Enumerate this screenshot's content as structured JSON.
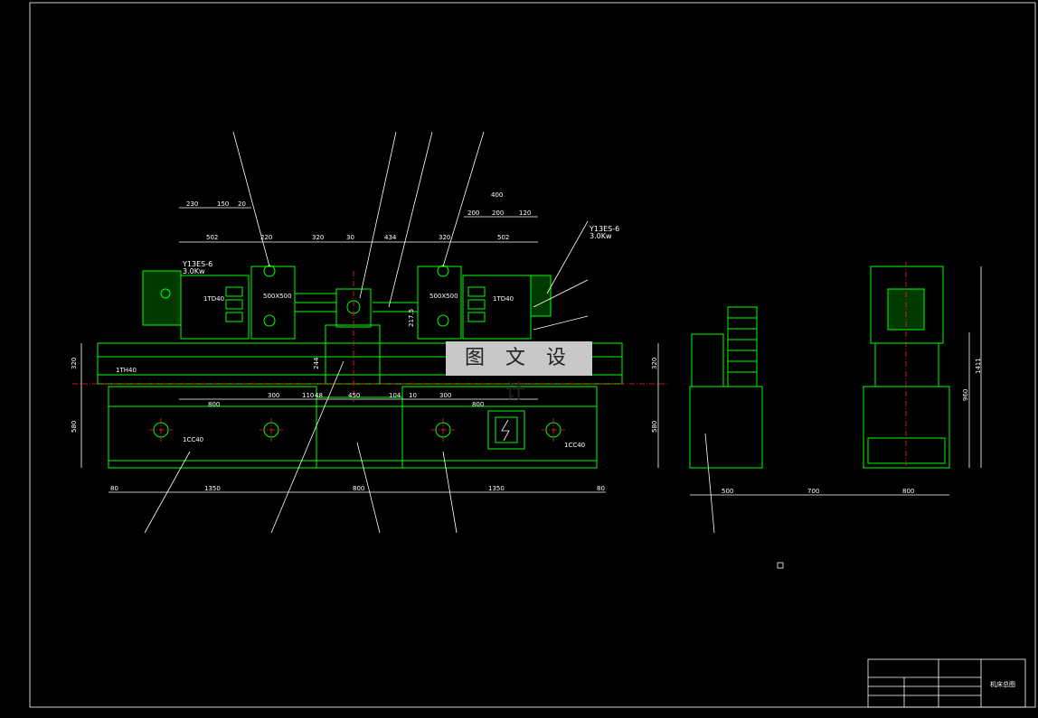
{
  "watermark": "图 文 设 计",
  "motor_left": {
    "model": "Y13ES-6",
    "power": "3.0Kw"
  },
  "motor_right": {
    "model": "Y13ES-6",
    "power": "3.0Kw"
  },
  "unit_labels": {
    "head_left": "500X500",
    "head_right": "500X500",
    "slide_left": "1TD40",
    "slide_right": "1TD40",
    "bed_left": "1TH40",
    "base_left": "1CC40",
    "base_right": "1CC40"
  },
  "dims_top_left": [
    "502",
    "220",
    "320",
    "30"
  ],
  "dims_top_right": [
    "434",
    "320",
    "502"
  ],
  "dims_stroke_left": [
    "230",
    "150",
    "20"
  ],
  "dims_stroke_right": [
    "200",
    "200",
    "120"
  ],
  "dims_stroke_total": "400",
  "dims_mid": [
    "800",
    "300",
    "110",
    "48",
    "450",
    "10",
    "104",
    "300",
    "800"
  ],
  "dims_bottom": [
    "80",
    "1350",
    "800",
    "1350",
    "80"
  ],
  "dims_vertical": [
    "320",
    "580",
    "320",
    "580",
    "244",
    "217.5"
  ],
  "side_dims": [
    "500",
    "700",
    "800"
  ],
  "end_dims": [
    "1411",
    "960"
  ],
  "title_block": {
    "drawing_name": "机床总图"
  }
}
